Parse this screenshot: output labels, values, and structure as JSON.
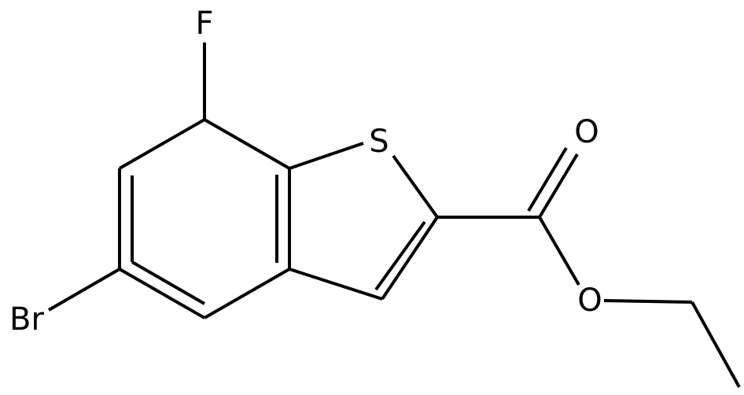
{
  "molecule": {
    "atoms": {
      "fluorine": "F",
      "sulfur": "S",
      "oxygen_carbonyl": "O",
      "oxygen_ester": "O",
      "bromine": "Br"
    }
  }
}
